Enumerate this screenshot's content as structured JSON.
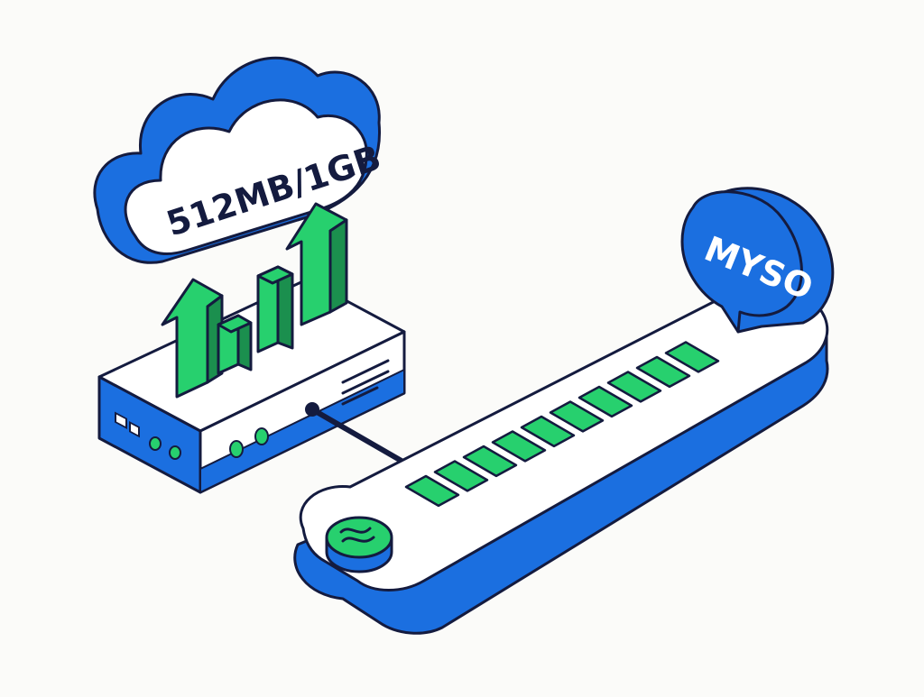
{
  "cloud": {
    "label": "512MB/1GB"
  },
  "bubble": {
    "label": "MYSO"
  },
  "colors": {
    "background": "#FBFBF9",
    "blue": "#1B6FE0",
    "green": "#27D06E",
    "outline": "#141B3F",
    "white": "#FFFFFF"
  },
  "icons": {
    "cloud": "cloud-icon",
    "server": "server-box-icon",
    "growth": "growth-bars-arrows-icon",
    "bar": "progress-bar-icon",
    "knob": "round-button-icon",
    "bubble": "speech-bubble-icon"
  },
  "bar": {
    "segments_filled": 10
  }
}
